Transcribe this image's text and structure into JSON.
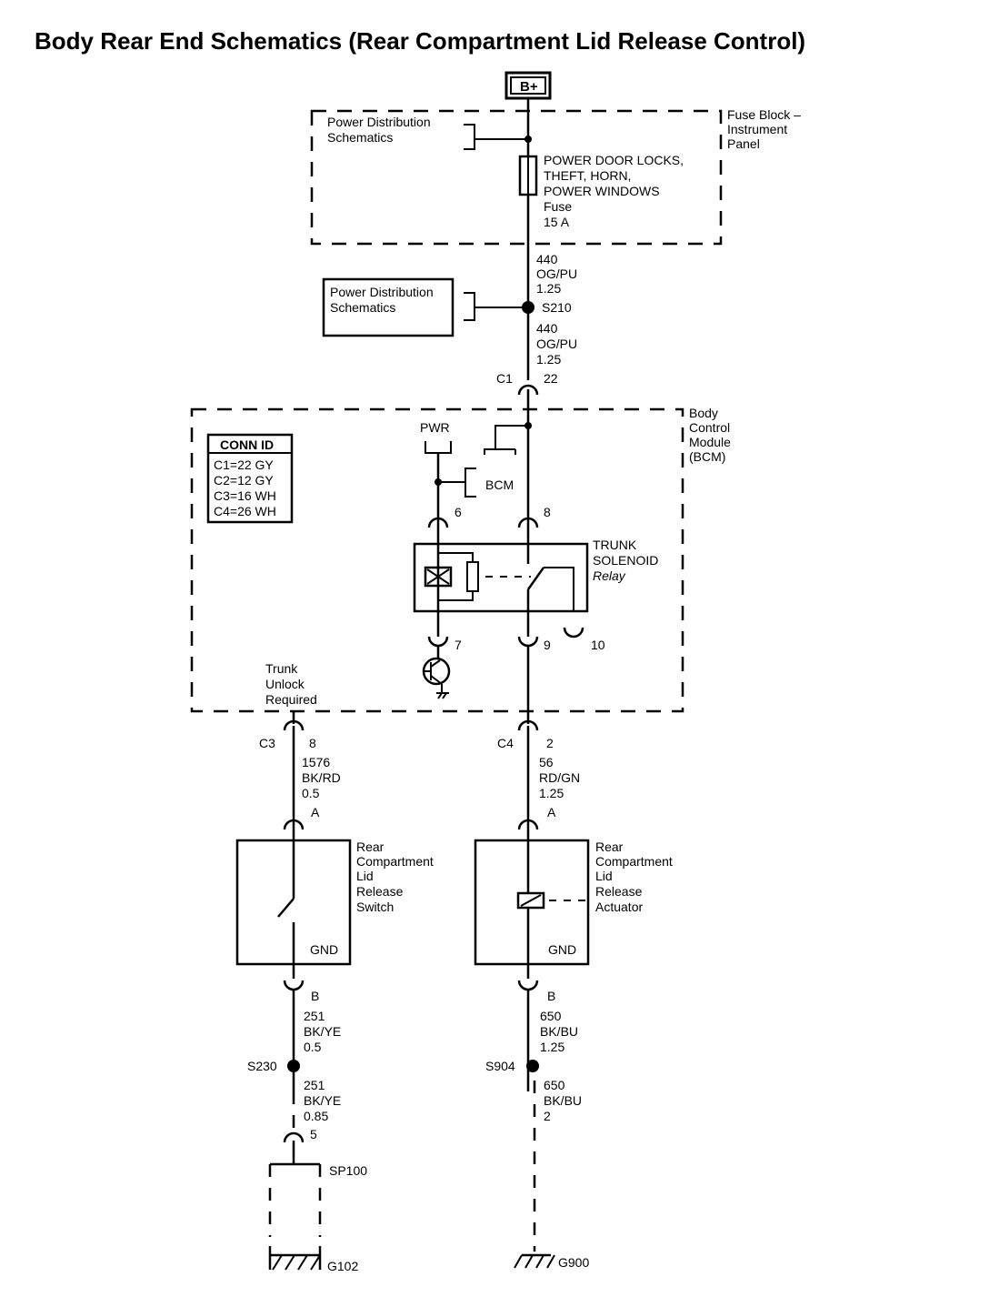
{
  "title": "Body Rear End Schematics (Rear Compartment Lid Release Control)",
  "battery": "B+",
  "fuse_block": {
    "line1": "Fuse Block –",
    "line2": "Instrument",
    "line3": "Panel"
  },
  "power_dist_1": {
    "line1": "Power Distribution",
    "line2": "Schematics"
  },
  "fuse": {
    "line1": "POWER DOOR LOCKS,",
    "line2": "THEFT, HORN,",
    "line3": "POWER WINDOWS",
    "line4": "Fuse",
    "line5": "15 A"
  },
  "wire_440_a": {
    "circuit": "440",
    "color": "OG/PU",
    "gauge": "1.25"
  },
  "power_dist_2": {
    "line1": "Power Distribution",
    "line2": "Schematics"
  },
  "splice_s210": "S210",
  "wire_440_b": {
    "circuit": "440",
    "color": "OG/PU",
    "gauge": "1.25"
  },
  "c1": {
    "connector": "C1",
    "pin": "22"
  },
  "bcm": {
    "line1": "Body",
    "line2": "Control",
    "line3": "Module",
    "line4": "(BCM)"
  },
  "conn_id": {
    "header": "CONN ID",
    "c1": "C1=22 GY",
    "c2": "C2=12 GY",
    "c3": "C3=16 WH",
    "c4": "C4=26 WH"
  },
  "pwr": "PWR",
  "bcm_ref": "BCM",
  "relay_pin_left_top": "6",
  "relay_pin_right_top": "8",
  "relay": {
    "line1": "TRUNK",
    "line2": "SOLENOID",
    "line3": "Relay"
  },
  "relay_pin_7": "7",
  "relay_pin_9": "9",
  "relay_pin_10": "10",
  "trunk_unlock": {
    "line1": "Trunk",
    "line2": "Unlock",
    "line3": "Required"
  },
  "c3": {
    "connector": "C3",
    "pin": "8"
  },
  "c4": {
    "connector": "C4",
    "pin": "2"
  },
  "wire_1576": {
    "circuit": "1576",
    "color": "BK/RD",
    "gauge": "0.5"
  },
  "wire_56": {
    "circuit": "56",
    "color": "RD/GN",
    "gauge": "1.25"
  },
  "switch_pin_a": "A",
  "actuator_pin_a": "A",
  "switch": {
    "line1": "Rear",
    "line2": "Compartment",
    "line3": "Lid",
    "line4": "Release",
    "line5": "Switch",
    "gnd": "GND"
  },
  "actuator": {
    "line1": "Rear",
    "line2": "Compartment",
    "line3": "Lid",
    "line4": "Release",
    "line5": "Actuator",
    "gnd": "GND"
  },
  "switch_pin_b": "B",
  "actuator_pin_b": "B",
  "wire_251_a": {
    "circuit": "251",
    "color": "BK/YE",
    "gauge": "0.5"
  },
  "wire_650_a": {
    "circuit": "650",
    "color": "BK/BU",
    "gauge": "1.25"
  },
  "splice_s230": "S230",
  "splice_s904": "S904",
  "wire_251_b": {
    "circuit": "251",
    "color": "BK/YE",
    "gauge": "0.85"
  },
  "wire_650_b": {
    "circuit": "650",
    "color": "BK/BU",
    "gauge": "2"
  },
  "sp100": {
    "pin": "5",
    "label": "SP100"
  },
  "ground_g102": "G102",
  "ground_g900": "G900"
}
